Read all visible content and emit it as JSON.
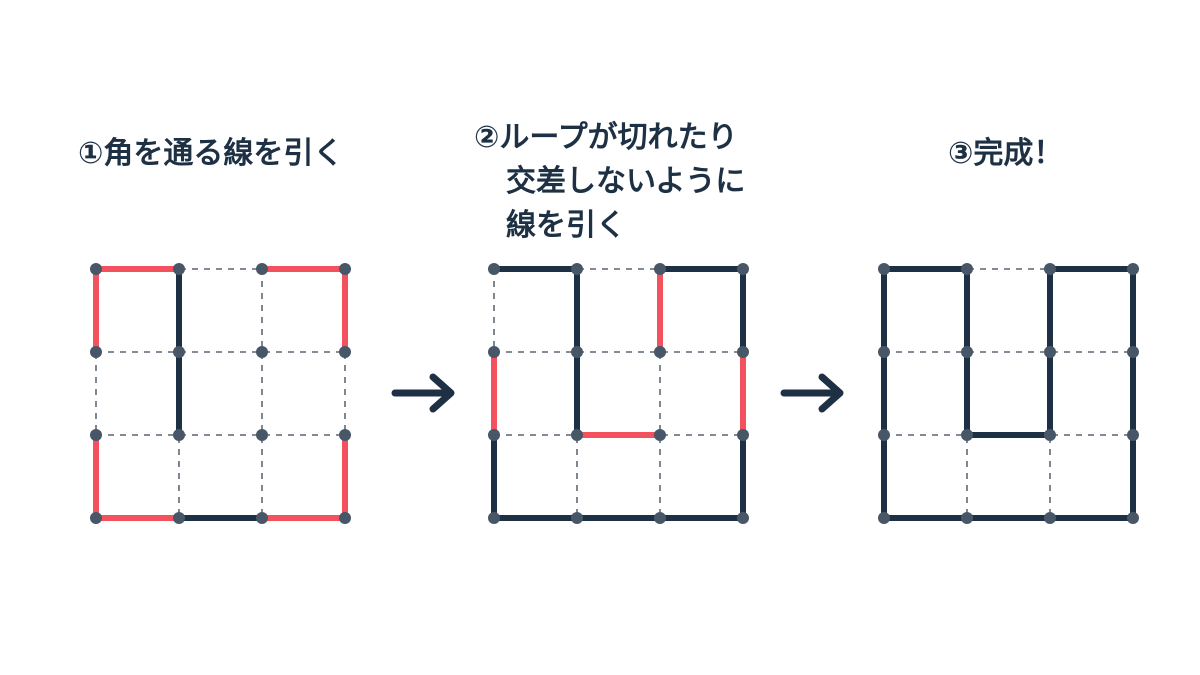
{
  "steps": [
    {
      "lines": [
        "①角を通る線を引く"
      ]
    },
    {
      "lines": [
        "②ループが切れたり",
        "交差しないように",
        "線を引く"
      ]
    },
    {
      "lines": [
        "③完成！"
      ]
    }
  ],
  "colors": {
    "dark": "#1e3044",
    "red": "#f2515d",
    "dot": "#475768",
    "dash": "#3a4654"
  },
  "grids": [
    {
      "dark": [
        [
          [
            1,
            0
          ],
          [
            1,
            2
          ]
        ],
        [
          [
            1,
            3
          ],
          [
            2,
            3
          ]
        ]
      ],
      "red": [
        [
          [
            0,
            1
          ],
          [
            0,
            0
          ],
          [
            1,
            0
          ]
        ],
        [
          [
            2,
            0
          ],
          [
            3,
            0
          ],
          [
            3,
            1
          ]
        ],
        [
          [
            0,
            2
          ],
          [
            0,
            3
          ],
          [
            1,
            3
          ]
        ],
        [
          [
            2,
            3
          ],
          [
            3,
            3
          ],
          [
            3,
            2
          ]
        ]
      ]
    },
    {
      "dark": [
        [
          [
            0,
            0
          ],
          [
            1,
            0
          ],
          [
            1,
            2
          ]
        ],
        [
          [
            2,
            0
          ],
          [
            3,
            0
          ],
          [
            3,
            1
          ]
        ],
        [
          [
            0,
            2
          ],
          [
            0,
            3
          ],
          [
            3,
            3
          ],
          [
            3,
            2
          ]
        ]
      ],
      "red": [
        [
          [
            2,
            0
          ],
          [
            2,
            1
          ]
        ],
        [
          [
            0,
            1
          ],
          [
            0,
            2
          ]
        ],
        [
          [
            3,
            1
          ],
          [
            3,
            2
          ]
        ],
        [
          [
            1,
            2
          ],
          [
            2,
            2
          ]
        ]
      ]
    },
    {
      "dark": [
        [
          [
            0,
            0
          ],
          [
            1,
            0
          ],
          [
            1,
            2
          ],
          [
            2,
            2
          ],
          [
            2,
            0
          ],
          [
            3,
            0
          ],
          [
            3,
            3
          ],
          [
            0,
            3
          ],
          [
            0,
            0
          ]
        ]
      ],
      "red": []
    }
  ],
  "arrows": [
    "arrow-right-icon",
    "arrow-right-icon"
  ]
}
